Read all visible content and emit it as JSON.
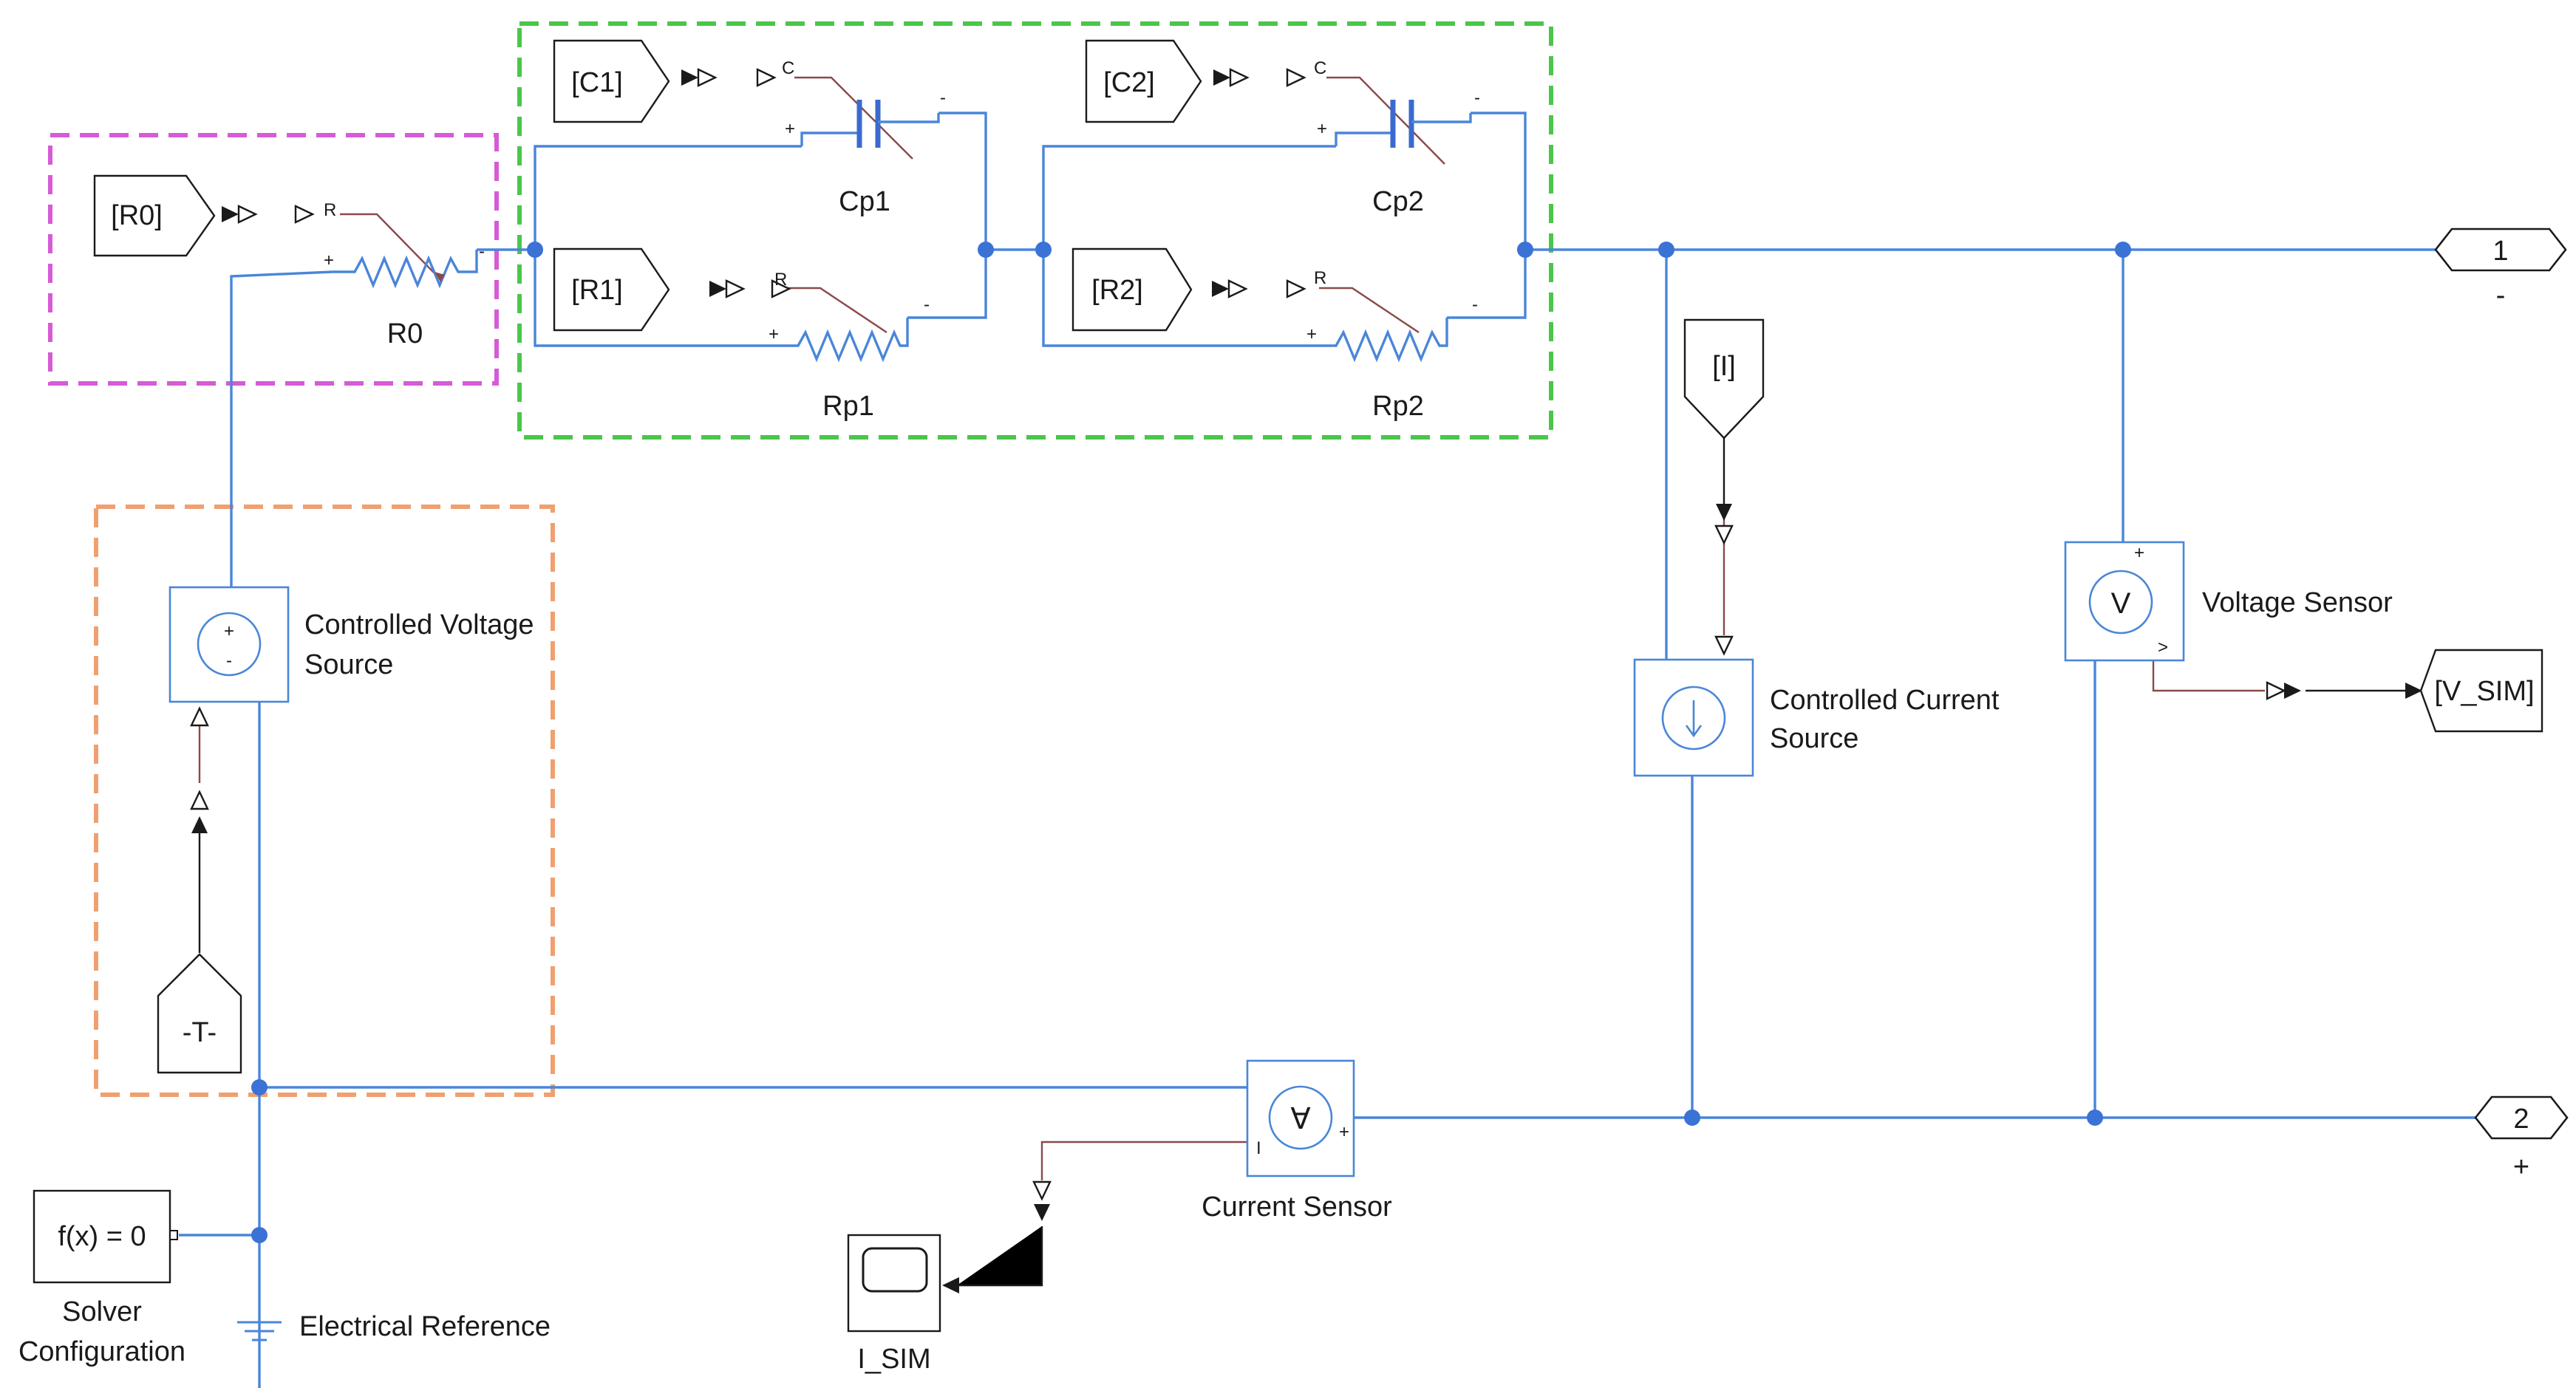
{
  "goto_tags": {
    "r0": "[R0]",
    "c1": "[C1]",
    "r1": "[R1]",
    "c2": "[C2]",
    "r2": "[R2]",
    "i": "[I]",
    "t": "-T-",
    "v_sim": "[V_SIM]"
  },
  "blocks": {
    "r0": "R0",
    "cp1": "Cp1",
    "rp1": "Rp1",
    "cp2": "Cp2",
    "rp2": "Rp2",
    "cvs_line1": "Controlled Voltage",
    "cvs_line2": "Source",
    "ccs_line1": "Controlled Current",
    "ccs_line2": "Source",
    "voltage_sensor": "Voltage Sensor",
    "current_sensor": "Current Sensor",
    "solver_line1": "Solver",
    "solver_line2": "Configuration",
    "solver_expr": "f(x) = 0",
    "electrical_reference": "Electrical Reference",
    "scope": "I_SIM"
  },
  "ports": {
    "out1_number": "1",
    "out1_sign": "-",
    "out2_number": "2",
    "out2_sign": "+"
  },
  "port_marks": {
    "r": "R",
    "c": "C",
    "plus": "+",
    "minus": "-",
    "v": "V",
    "i": "I",
    "gt": ">"
  },
  "colors": {
    "physical_wire": "#4a86d8",
    "signal_line": "#8a4a4a",
    "group_rc_source": "#d65bd6",
    "group_rc_pairs": "#4ac64a",
    "group_voltage_source": "#f0a070"
  }
}
